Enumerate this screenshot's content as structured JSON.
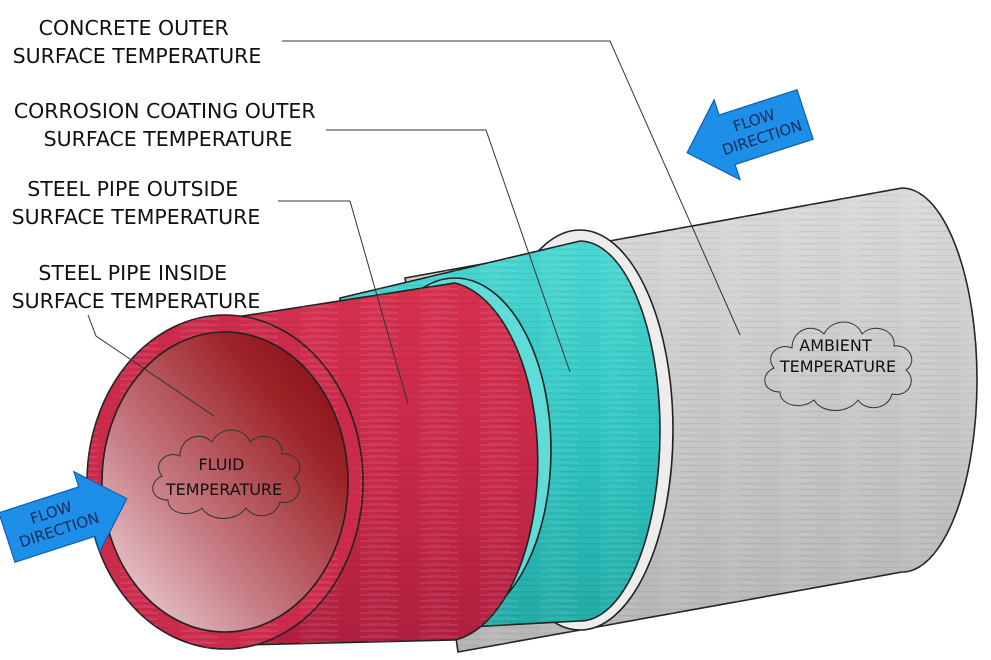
{
  "labels": {
    "concrete_outer": [
      "CONCRETE OUTER",
      "SURFACE TEMPERATURE"
    ],
    "coating_outer": [
      "CORROSION COATING OUTER",
      "SURFACE TEMPERATURE"
    ],
    "steel_outside": [
      "STEEL PIPE OUTSIDE",
      "SURFACE TEMPERATURE"
    ],
    "steel_inside": [
      "STEEL PIPE INSIDE",
      "SURFACE TEMPERATURE"
    ]
  },
  "clouds": {
    "ambient": [
      "AMBIENT",
      "TEMPERATURE"
    ],
    "fluid": [
      "FLUID",
      "TEMPERATURE"
    ]
  },
  "arrows": {
    "top": [
      "FLOW",
      "DIRECTION"
    ],
    "bottom": [
      "FLOW",
      "DIRECTION"
    ]
  },
  "colors": {
    "concrete": "#c8c8c8",
    "coating": "#2fc4c0",
    "steel": "#c8294a",
    "fluid_dark": "#8a0f12",
    "arrow": "#1e8fe8"
  }
}
